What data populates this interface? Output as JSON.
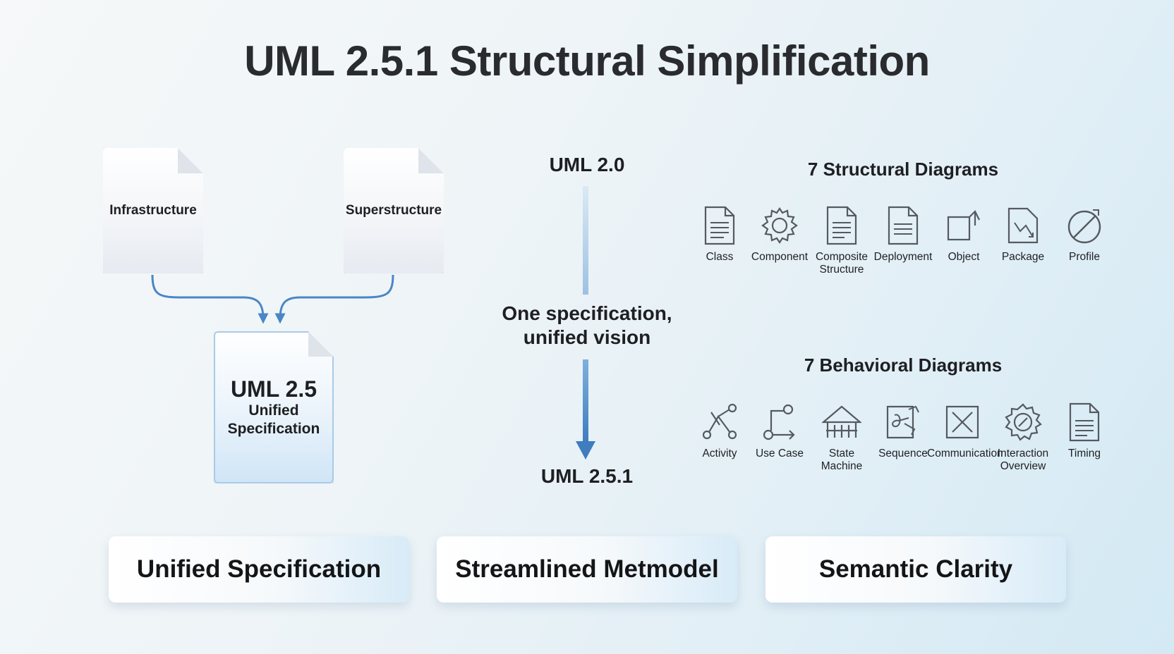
{
  "title": "UML 2.5.1 Structural Simplification",
  "merge": {
    "left_doc": "Infrastructure",
    "right_doc": "Superstructure",
    "result_title": "UML 2.5",
    "result_subtitle_line1": "Unified",
    "result_subtitle_line2": "Specification"
  },
  "timeline": {
    "from": "UML 2.0",
    "tagline_line1": "One specification,",
    "tagline_line2": "unified vision",
    "to": "UML 2.5.1"
  },
  "structural": {
    "heading": "7 Structural Diagrams",
    "items": [
      {
        "line1": "Class",
        "line2": "",
        "icon": "class-doc-icon"
      },
      {
        "line1": "Component",
        "line2": "",
        "icon": "gear-icon"
      },
      {
        "line1": "Composite",
        "line2": "Structure",
        "icon": "composite-doc-icon"
      },
      {
        "line1": "Deployment",
        "line2": "",
        "icon": "deployment-doc-icon"
      },
      {
        "line1": "Object",
        "line2": "",
        "icon": "object-icon"
      },
      {
        "line1": "Package",
        "line2": "",
        "icon": "package-icon"
      },
      {
        "line1": "Profile",
        "line2": "",
        "icon": "profile-icon"
      }
    ]
  },
  "behavioral": {
    "heading": "7 Behavioral Diagrams",
    "items": [
      {
        "line1": "Activity",
        "line2": "",
        "icon": "activity-icon"
      },
      {
        "line1": "Use Case",
        "line2": "",
        "icon": "use-case-icon"
      },
      {
        "line1": "State",
        "line2": "Machine",
        "icon": "state-machine-icon"
      },
      {
        "line1": "Sequence",
        "line2": "",
        "icon": "sequence-icon"
      },
      {
        "line1": "",
        "line2": "Communication",
        "icon": "communication-icon"
      },
      {
        "line1": "Interaction",
        "line2": "Overview",
        "icon": "interaction-overview-icon"
      },
      {
        "line1": "Timing",
        "line2": "",
        "icon": "timing-icon"
      }
    ]
  },
  "benefits": [
    "Unified Specification",
    "Streamlined Metmodel",
    "Semantic Clarity"
  ],
  "colors": {
    "accent": "#4a86c5",
    "text": "#1e1f22",
    "icon_stroke": "#555a60"
  }
}
